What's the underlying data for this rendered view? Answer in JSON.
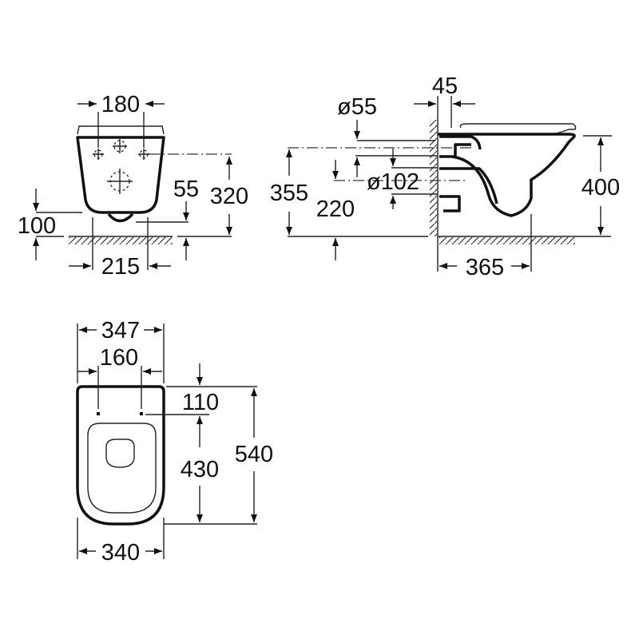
{
  "front_view": {
    "width_top": "180",
    "height_inlet": "320",
    "height_bottom": "100",
    "outlet_offset": "55",
    "width_base": "215"
  },
  "side_view": {
    "wall_gap": "45",
    "inlet_diameter": "ø55",
    "outlet_diameter": "ø102",
    "inlet_height": "355",
    "outlet_height": "220",
    "total_height": "400",
    "projection": "365"
  },
  "top_view": {
    "seat_width": "347",
    "hinge_spacing": "160",
    "hinge_offset": "110",
    "seat_opening_length": "430",
    "total_length": "540",
    "bowl_width": "340"
  }
}
